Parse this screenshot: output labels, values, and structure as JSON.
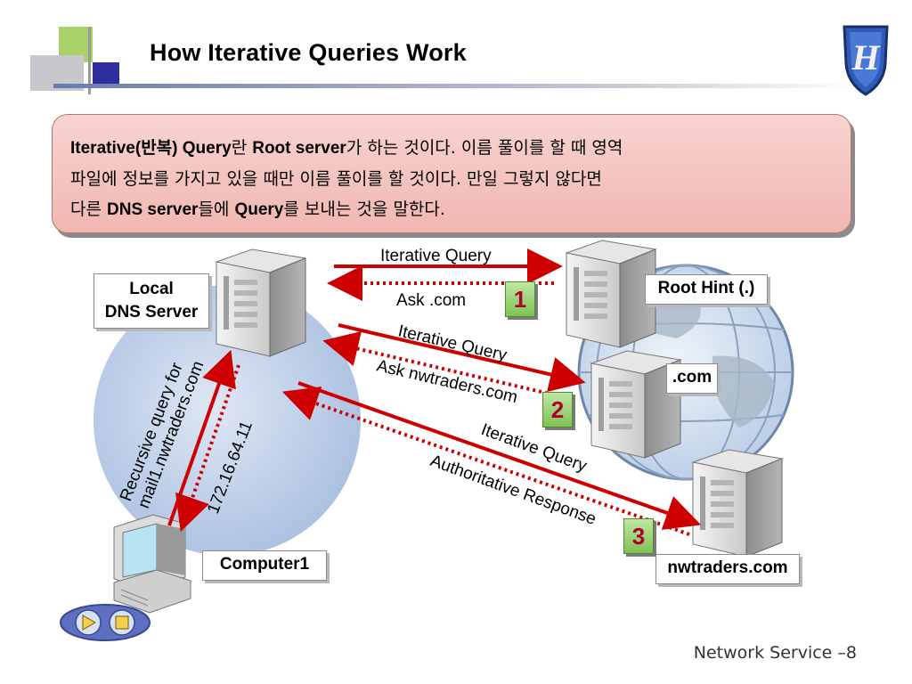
{
  "header": {
    "title": "How Iterative Queries Work"
  },
  "callout": {
    "line1_bold1": "Iterative(반복) Query",
    "line1_plain1": "란 ",
    "line1_bold2": "Root server",
    "line1_plain2": "가 하는 것이다. 이름 풀이를 할 때 영역",
    "line2": "파일에 정보를 가지고 있을 때만 이름 풀이를 할 것이다. 만일 그렇지 않다면",
    "line3_plain1": "다른 ",
    "line3_bold1": "DNS server",
    "line3_plain2": "들에 ",
    "line3_bold2": "Query",
    "line3_plain3": "를 보내는 것을 말한다."
  },
  "nodes": {
    "local_line1": "Local",
    "local_line2": "DNS Server",
    "root": "Root Hint (.)",
    "com": ".com",
    "computer": "Computer1",
    "nwtraders": "nwtraders.com"
  },
  "arrows": {
    "q1": "Iterative Query",
    "r1": "Ask .com",
    "q2": "Iterative Query",
    "r2": "Ask nwtraders.com",
    "q3": "Iterative Query",
    "r3": "Authoritative Response",
    "recursive_line1": "Recursive query for",
    "recursive_line2": "mail1.nwtraders.com",
    "answer": "172.16.64.11"
  },
  "steps": {
    "s1": "1",
    "s2": "2",
    "s3": "3"
  },
  "footer": {
    "text": "Network Service –8"
  },
  "colors": {
    "arrow": "#cc0000",
    "step_text": "#b0002e",
    "step_bg": "#8fcc63",
    "callout_bg": "#f3c2bd"
  }
}
